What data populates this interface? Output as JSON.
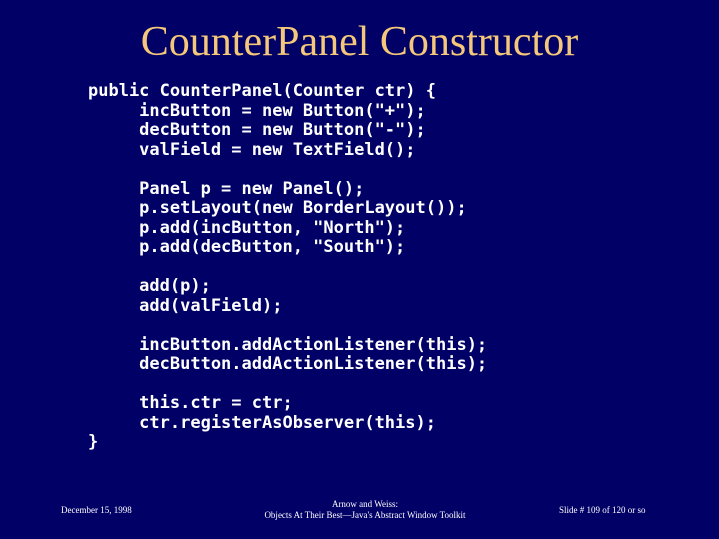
{
  "slide": {
    "title": "CounterPanel Constructor",
    "code_lines": [
      "public CounterPanel(Counter ctr) {",
      "     incButton = new Button(\"+\");",
      "     decButton = new Button(\"-\");",
      "     valField = new TextField();",
      "",
      "     Panel p = new Panel();",
      "     p.setLayout(new BorderLayout());",
      "     p.add(incButton, \"North\");",
      "     p.add(decButton, \"South\");",
      "",
      "     add(p);",
      "     add(valField);",
      "",
      "     incButton.addActionListener(this);",
      "     decButton.addActionListener(this);",
      "",
      "     this.ctr = ctr;",
      "     ctr.registerAsObserver(this);",
      "}"
    ]
  },
  "footer": {
    "date": "December 15, 1998",
    "authors": "Arnow and Weiss:",
    "book_title": "Objects At Their Best—Java's Abstract Window Toolkit",
    "slide_number": "Slide # 109  of  120 or so"
  },
  "colors": {
    "background": "#000066",
    "title": "#f4c77a",
    "text": "#ffffff"
  }
}
